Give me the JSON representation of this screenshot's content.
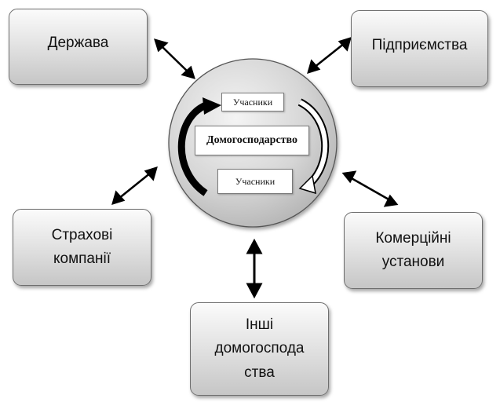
{
  "center": {
    "title": "Домогосподарство",
    "top_label": "Учасники",
    "bottom_label": "Учасники"
  },
  "nodes": {
    "state": "Держава",
    "enterprises": "Підприємства",
    "insurance": [
      "Страхові",
      "компанії"
    ],
    "commercial": [
      "Комерційні",
      "установи"
    ],
    "other_households": [
      "Інші",
      "домогоспода",
      "ства"
    ]
  }
}
